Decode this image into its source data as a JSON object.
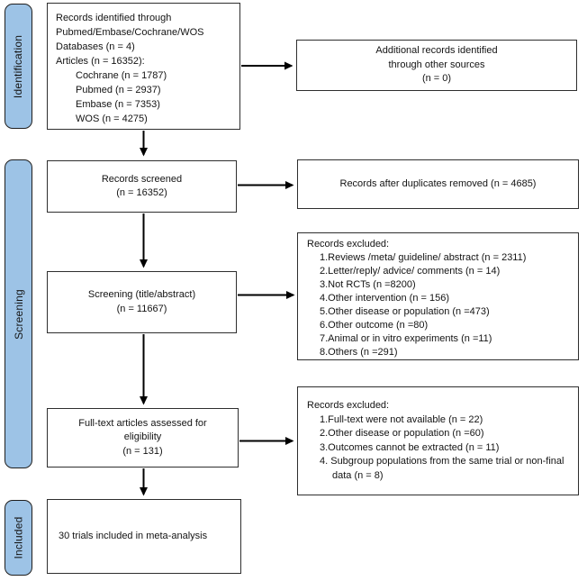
{
  "colors": {
    "stage_fill": "#9DC3E6",
    "stage_border": "#1f1f1f",
    "box_border": "#2e2e2e",
    "arrow": "#000000"
  },
  "stages": {
    "identification": "Identification",
    "screening": "Screening",
    "included": "Included"
  },
  "flow": {
    "identified": {
      "lines": [
        "Records identified through",
        "Pubmed/Embase/Cochrane/WOS",
        "Databases (n = 4)",
        "Articles (n = 16352):"
      ],
      "sublines": [
        "Cochrane (n = 1787)",
        "Pubmed (n = 2937)",
        "Embase (n = 7353)",
        "WOS (n = 4275)"
      ]
    },
    "screened": {
      "line1": "Records screened",
      "line2": "(n = 16352)"
    },
    "title_abstract": {
      "line1": "Screening (title/abstract)",
      "line2": "(n = 11667)"
    },
    "full_text": {
      "line1": "Full-text articles assessed for",
      "line2": "eligibility",
      "line3": "(n = 131)"
    },
    "included_trials": {
      "text": "30 trials included in meta-analysis"
    }
  },
  "side": {
    "additional": {
      "line1": "Additional records identified",
      "line2": "through other sources",
      "line3": "(n = 0)"
    },
    "duplicates": {
      "text": "Records after duplicates removed (n = 4685)"
    },
    "excluded_screening": {
      "title": "Records excluded:",
      "items": [
        "1.Reviews /meta/ guideline/ abstract (n = 2311)",
        "2.Letter/reply/ advice/ comments (n = 14)",
        "3.Not RCTs (n =8200)",
        "4.Other intervention (n = 156)",
        "5.Other disease or population (n =473)",
        "6.Other outcome (n =80)",
        "7.Animal or in vitro experiments (n =11)",
        "8.Others (n =291)"
      ]
    },
    "excluded_fulltext": {
      "title": "Records excluded:",
      "items": [
        "1.Full-text were not available (n = 22)",
        "2.Other disease or population (n =60)",
        "3.Outcomes cannot be extracted (n = 11)",
        "4. Subgroup populations from the same trial or non-final data (n = 8)"
      ]
    }
  }
}
